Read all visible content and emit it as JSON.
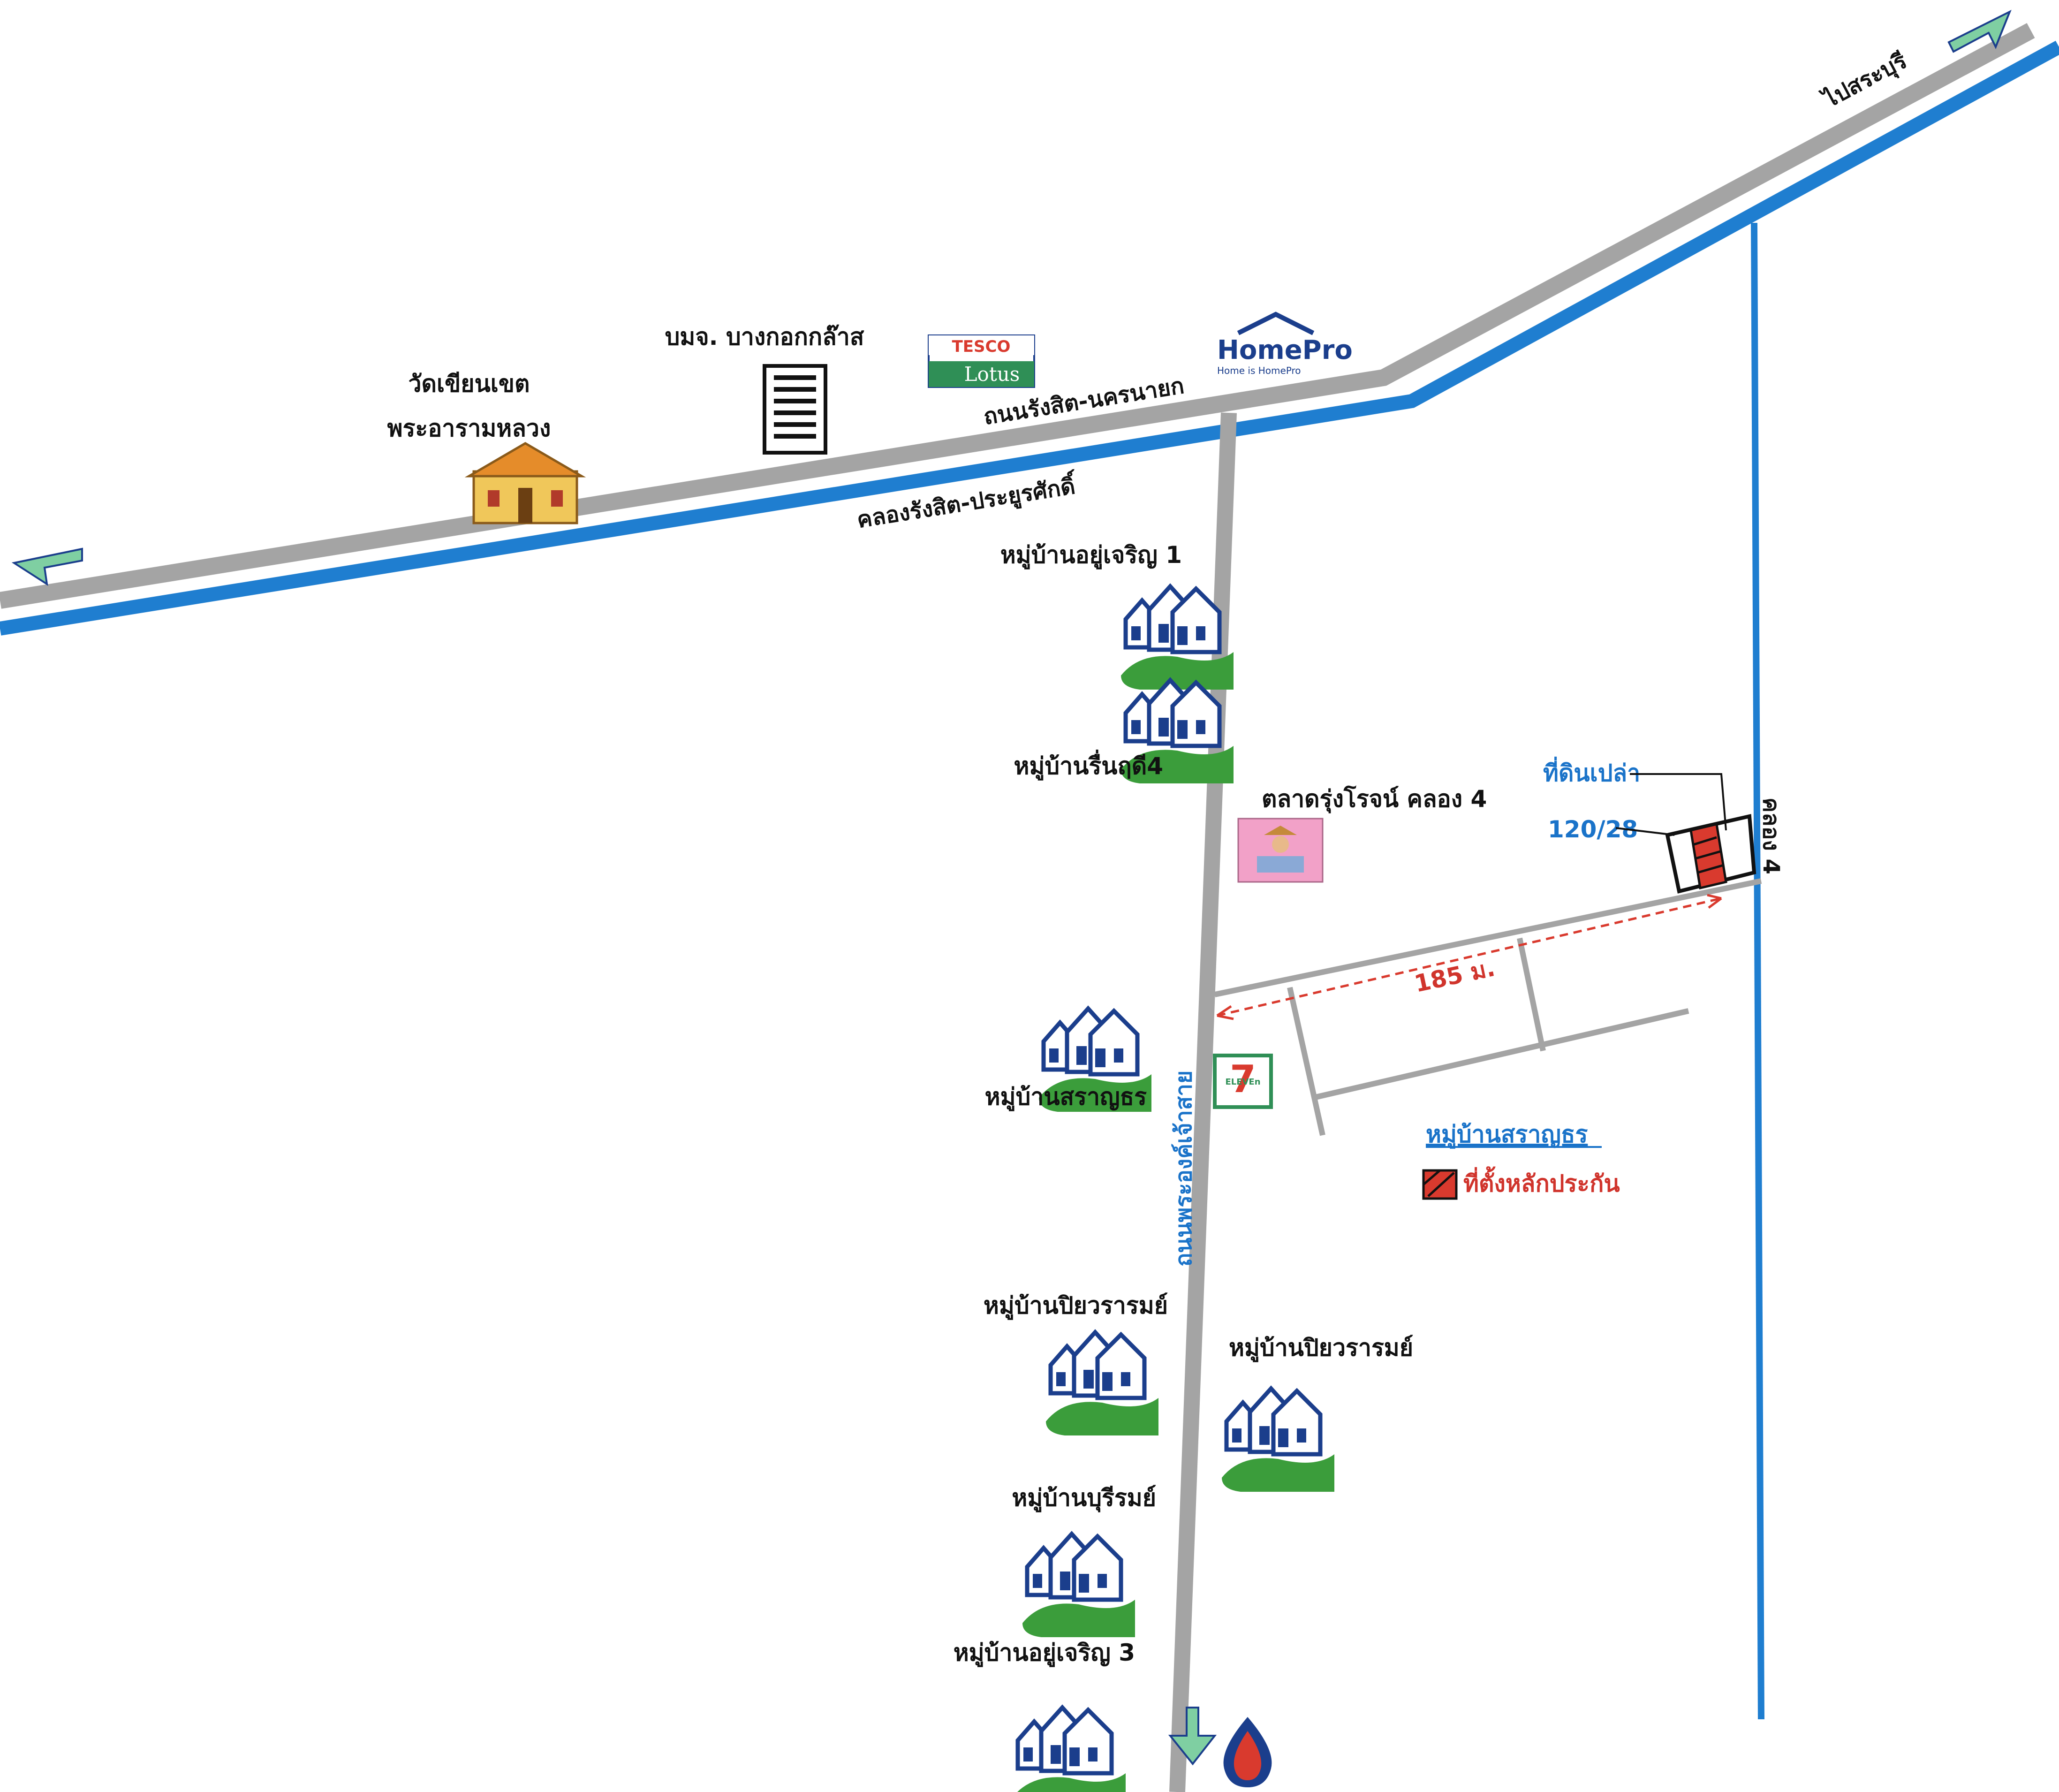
{
  "roads": {
    "main_road": "ถนนรังสิต-นครนายก",
    "canal": "คลองรังสิต-ประยูรศักดิ์",
    "side_road": "ถนนพระองค์เจ้าสาย",
    "klong4": "คลอง 4",
    "to_saraburi": "ไปสระบุรี"
  },
  "landmarks": {
    "temple_line1": "วัดเขียนเขต",
    "temple_line2": "พระอารามหลวง",
    "glass_company": "บมจ. บางกอกกล๊าส",
    "tesco_top": "TESCO",
    "tesco_bottom": "Lotus",
    "homepro": "HomePro",
    "homepro_tagline": "Home is HomePro",
    "market": "ตลาดรุ่งโรจน์ คลอง 4",
    "seven_eleven": "7",
    "seven_eleven_sub": "ELEVEn"
  },
  "villages": {
    "v1": "หมู่บ้านอยู่เจริญ 1",
    "v2": "หมู่บ้านรื่นฤดี4",
    "v3": "หมู่บ้านสราญธร",
    "v4": "หมู่บ้านปิยวรารมย์",
    "v5": "หมู่บ้านปิยวรารมย์",
    "v6": "หมู่บ้านบุรีรมย์",
    "v7": "หมู่บ้านอยู่เจริญ 3"
  },
  "property": {
    "empty_land": "ที่ดินเปล่า",
    "house_no": "120/28",
    "distance": "185 ม."
  },
  "legend": {
    "title": "หมู่บ้านสราญธร",
    "item": "ที่ตั้งหลักประกัน"
  },
  "colors": {
    "road": "#a4a4a4",
    "canal": "#1f7ed0",
    "arrow": "#7fcfa2",
    "collateral": "#d93a2e",
    "village_green": "#3b9d3b",
    "village_blue": "#1b3e8c",
    "market_bg": "#f2a1c8"
  }
}
